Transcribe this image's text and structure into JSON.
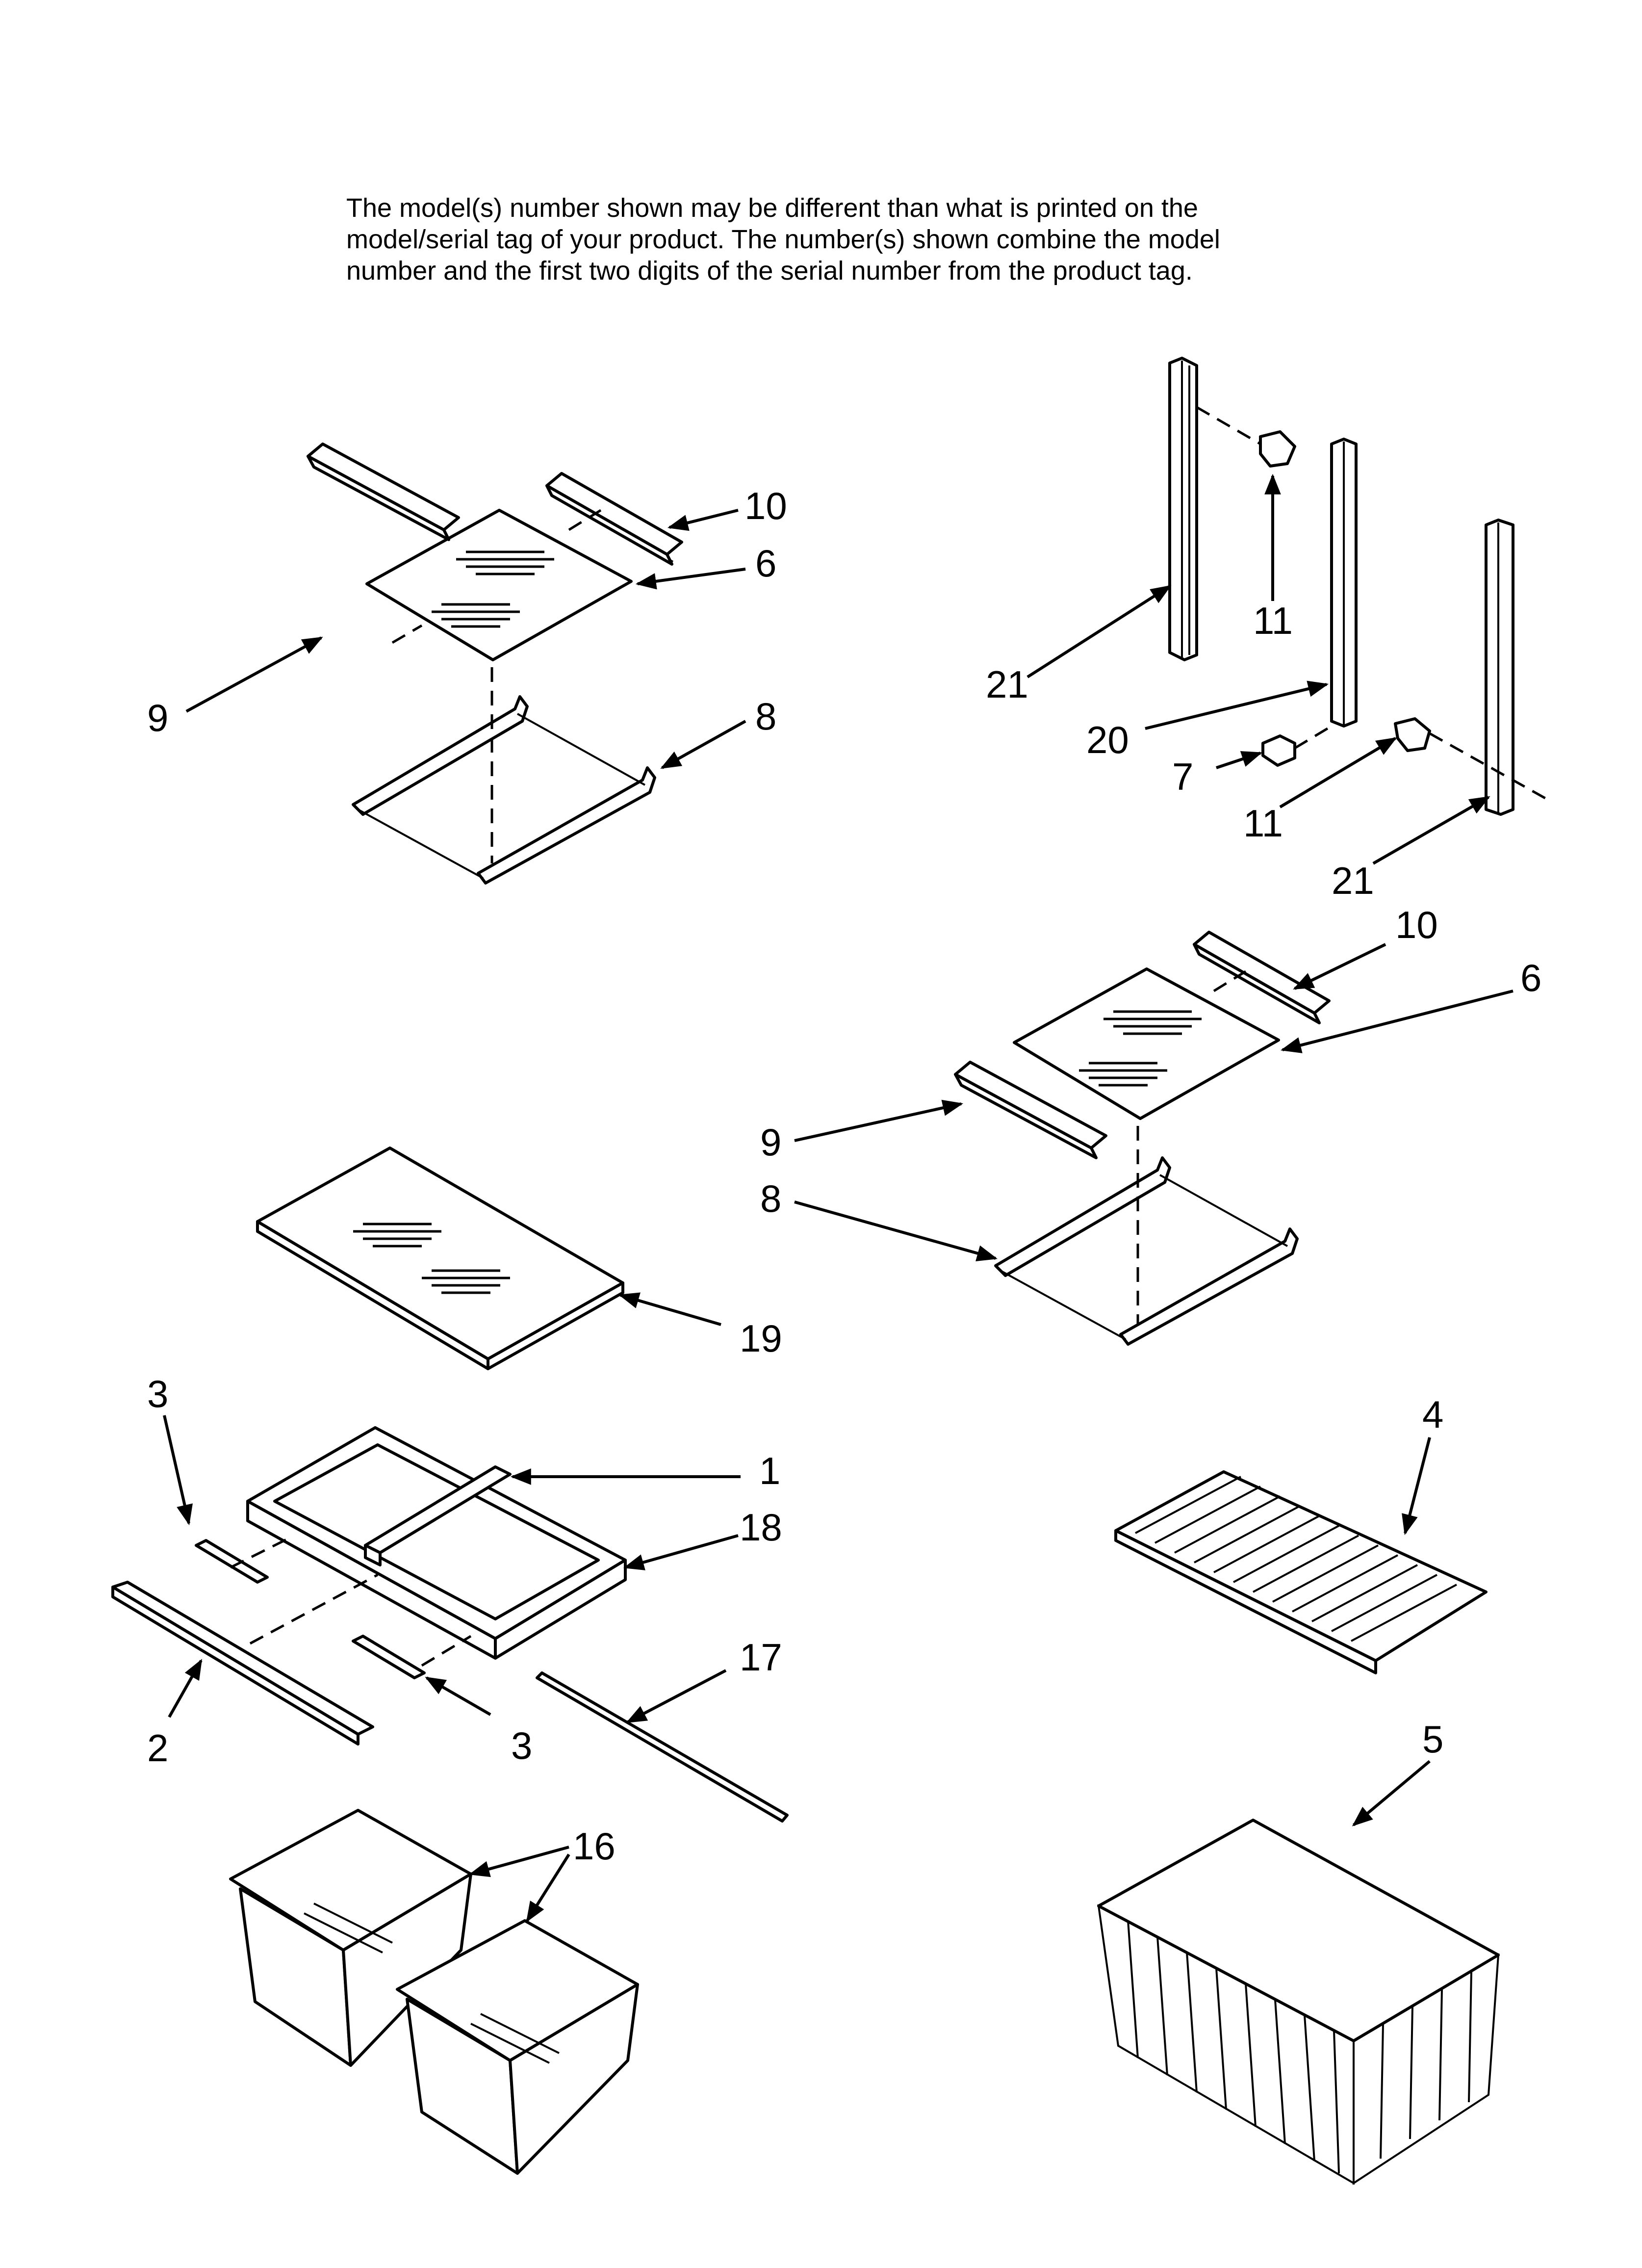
{
  "note": {
    "lines": [
      "The model(s) number shown may be different than what is printed on the",
      "model/serial tag of your product. The number(s) shown combine the model",
      "number and the first two digits of the serial number from the product tag."
    ]
  },
  "callouts": [
    {
      "id": "c10a",
      "label": "10"
    },
    {
      "id": "c6a",
      "label": "6"
    },
    {
      "id": "c9a",
      "label": "9"
    },
    {
      "id": "c8a",
      "label": "8"
    },
    {
      "id": "c11a",
      "label": "11"
    },
    {
      "id": "c21a",
      "label": "21"
    },
    {
      "id": "c20",
      "label": "20"
    },
    {
      "id": "c7",
      "label": "7"
    },
    {
      "id": "c11b",
      "label": "11"
    },
    {
      "id": "c21b",
      "label": "21"
    },
    {
      "id": "c10b",
      "label": "10"
    },
    {
      "id": "c6b",
      "label": "6"
    },
    {
      "id": "c9b",
      "label": "9"
    },
    {
      "id": "c8b",
      "label": "8"
    },
    {
      "id": "c19",
      "label": "19"
    },
    {
      "id": "c3a",
      "label": "3"
    },
    {
      "id": "c1",
      "label": "1"
    },
    {
      "id": "c18",
      "label": "18"
    },
    {
      "id": "c17",
      "label": "17"
    },
    {
      "id": "c2",
      "label": "2"
    },
    {
      "id": "c3b",
      "label": "3"
    },
    {
      "id": "c4",
      "label": "4"
    },
    {
      "id": "c5",
      "label": "5"
    },
    {
      "id": "c16",
      "label": "16"
    }
  ]
}
